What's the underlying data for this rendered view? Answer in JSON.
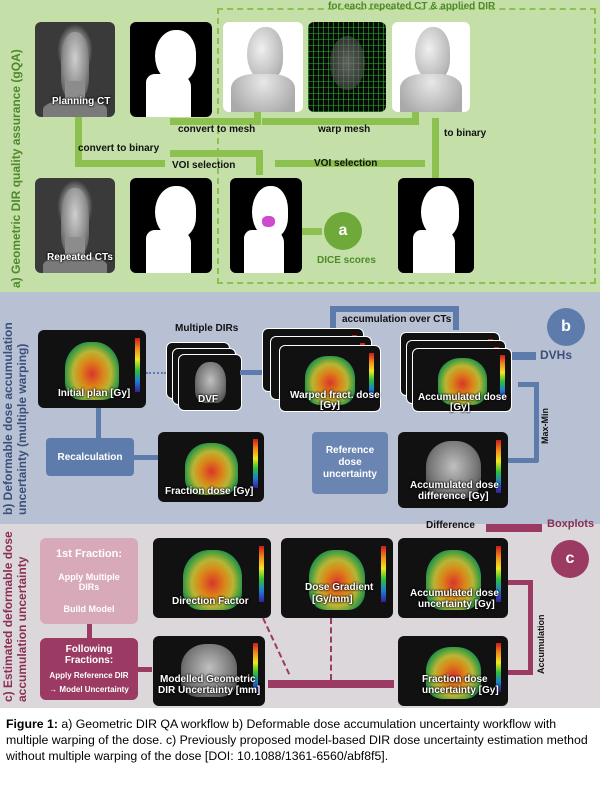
{
  "panel_a": {
    "side_label": "a) Geometric DIR quality assurance (gQA)",
    "repeat_box_label": "for each repeated CT & applied DIR",
    "planning_ct_label": "Planning CT",
    "repeated_cts_label": "Repeated CTs",
    "convert_to_binary": "convert to binary",
    "convert_to_mesh": "convert to mesh",
    "warp_mesh": "warp mesh",
    "to_binary": "to binary",
    "voi_selection_1": "VOI selection",
    "voi_selection_2": "VOI selection",
    "circle_label": "a",
    "dice_scores": "DICE scores"
  },
  "panel_b": {
    "side_label_1": "b) Deformable dose accumulation",
    "side_label_2": "uncertainty (multiple warping)",
    "multiple_dirs": "Multiple DIRs",
    "initial_plan": "Initial plan [Gy]",
    "dvf": "DVF",
    "warped_fract_dose_1": "Warped fract. dose",
    "warped_fract_dose_2": "[Gy]",
    "accumulation_over_cts": "accumulation over CTs",
    "accumulated_dose_1": "Accumulated dose",
    "accumulated_dose_2": "[Gy]",
    "circle_label": "b",
    "dvhs": "DVHs",
    "recalculation": "Recalculation",
    "fraction_dose": "Fraction dose [Gy]",
    "max_min": "Max-Min",
    "reference_dose_uncertainty": [
      "Reference",
      "dose",
      "uncertainty"
    ],
    "accumulated_dose_difference_1": "Accumulated dose",
    "accumulated_dose_difference_2": "difference [Gy]"
  },
  "panel_c": {
    "side_label_1": "c) Estimated deformable dose",
    "side_label_2": "accumulation uncertainty",
    "difference": "Difference",
    "boxplots": "Boxplots",
    "circle_label": "c",
    "first_fraction_title": "1st Fraction:",
    "first_fraction_sup": "st",
    "apply_multiple_dirs": "Apply Multiple DIRs",
    "build_model": "Build Model",
    "following_fractions_title": "Following Fractions:",
    "apply_reference_dir": "Apply Reference DIR",
    "model_uncertainty": "→ Model Uncertainty",
    "direction_factor": "Direction Factor",
    "dose_gradient_1": "Dose Gradient",
    "dose_gradient_2": "[Gy/mm]",
    "accumulated_dose_uncertainty_1": "Accumulated dose",
    "accumulated_dose_uncertainty_2": "uncertainty [Gy]",
    "modelled_geometric_1": "Modelled Geometric",
    "modelled_geometric_2": "DIR Uncertainty [mm]",
    "fraction_dose_uncertainty_1": "Fraction dose",
    "fraction_dose_uncertainty_2": "uncertainty [Gy]",
    "accumulation": "Accumulation"
  },
  "caption": {
    "figure_label": "Figure 1:",
    "text": " a) Geometric DIR QA workflow b) Deformable dose accumulation uncertainty workflow with multiple warping of the dose. c) Previously proposed model-based DIR dose uncertainty estimation method without multiple warping of the dose [DOI: 10.1088/1361-6560/abf8f5]."
  },
  "colors": {
    "panel_a_bg": "#c5dfa9",
    "panel_a_accent": "#8cc04f",
    "panel_b_bg": "#b7c1d3",
    "panel_b_accent": "#5d7cab",
    "panel_c_bg": "#dcd7da",
    "panel_c_accent": "#9b3a62"
  }
}
